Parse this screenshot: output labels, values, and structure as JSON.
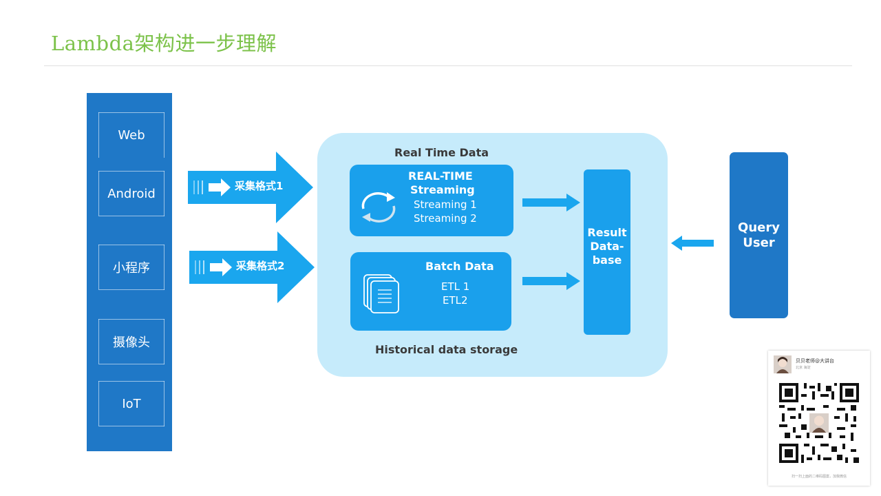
{
  "title": "Lambda架构进一步理解",
  "sources": [
    {
      "label": "Web"
    },
    {
      "label": "Android"
    },
    {
      "label": "小程序"
    },
    {
      "label": "摄像头"
    },
    {
      "label": "IoT"
    }
  ],
  "collect_arrows": [
    {
      "label": "采集格式1"
    },
    {
      "label": "采集格式2"
    }
  ],
  "center": {
    "top_caption": "Real Time Data",
    "bottom_caption": "Historical data storage",
    "realtime": {
      "title_line1": "REAL-TIME",
      "title_line2": "Streaming",
      "item1": "Streaming 1",
      "item2": "Streaming 2"
    },
    "batch": {
      "title": "Batch Data",
      "item1": "ETL 1",
      "item2": "ETL2"
    }
  },
  "result": {
    "line1": "Result",
    "line2": "Data-",
    "line3": "base"
  },
  "query": {
    "line1": "Query",
    "line2": "User"
  },
  "qr_card": {
    "name": "贝贝老师@大讲台",
    "location": "北京 海淀",
    "hint": "扫一扫上面的二维码图案，加我微信"
  },
  "colors": {
    "title_green": "#7cc24a",
    "dark_blue": "#1f78c7",
    "mid_blue": "#1aa0ec",
    "light_blue": "#c6ebfb",
    "arrow_blue": "#1aa6ee"
  }
}
